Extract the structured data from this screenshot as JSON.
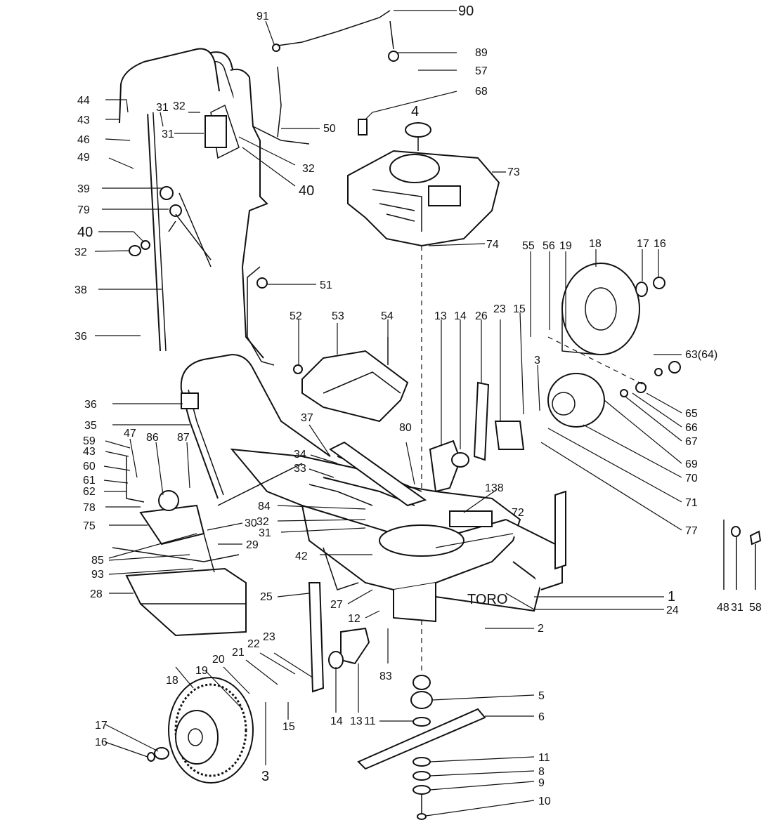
{
  "labels": [
    {
      "id": "l90",
      "text": "90"
    },
    {
      "id": "l91",
      "text": "91"
    },
    {
      "id": "l89",
      "text": "89"
    },
    {
      "id": "l57a",
      "text": "57"
    },
    {
      "id": "l68",
      "text": "68"
    },
    {
      "id": "l4",
      "text": "4"
    },
    {
      "id": "l73",
      "text": "73"
    },
    {
      "id": "l74",
      "text": "74"
    },
    {
      "id": "l44",
      "text": "44"
    },
    {
      "id": "l43a",
      "text": "43"
    },
    {
      "id": "l46",
      "text": "46"
    },
    {
      "id": "l49",
      "text": "49"
    },
    {
      "id": "l39",
      "text": "39"
    },
    {
      "id": "l79",
      "text": "79"
    },
    {
      "id": "l40a",
      "text": "40"
    },
    {
      "id": "l32a",
      "text": "32"
    },
    {
      "id": "l38",
      "text": "38"
    },
    {
      "id": "l36a",
      "text": "36"
    },
    {
      "id": "l31a",
      "text": "31"
    },
    {
      "id": "l32b",
      "text": "32"
    },
    {
      "id": "l31b",
      "text": "31"
    },
    {
      "id": "l50",
      "text": "50"
    },
    {
      "id": "l32c",
      "text": "32"
    },
    {
      "id": "l40b",
      "text": "40"
    },
    {
      "id": "l51",
      "text": "51"
    },
    {
      "id": "l52",
      "text": "52"
    },
    {
      "id": "l53",
      "text": "53"
    },
    {
      "id": "l54",
      "text": "54"
    },
    {
      "id": "l13a",
      "text": "13"
    },
    {
      "id": "l14a",
      "text": "14"
    },
    {
      "id": "l26",
      "text": "26"
    },
    {
      "id": "l23a",
      "text": "23"
    },
    {
      "id": "l15a",
      "text": "15"
    },
    {
      "id": "l55",
      "text": "55"
    },
    {
      "id": "l56",
      "text": "56"
    },
    {
      "id": "l19a",
      "text": "19"
    },
    {
      "id": "l18a",
      "text": "18"
    },
    {
      "id": "l17a",
      "text": "17"
    },
    {
      "id": "l16a",
      "text": "16"
    },
    {
      "id": "l6364",
      "text": "63(64)"
    },
    {
      "id": "l3a",
      "text": "3"
    },
    {
      "id": "l65",
      "text": "65"
    },
    {
      "id": "l66",
      "text": "66"
    },
    {
      "id": "l67",
      "text": "67"
    },
    {
      "id": "l69",
      "text": "69"
    },
    {
      "id": "l70",
      "text": "70"
    },
    {
      "id": "l71",
      "text": "71"
    },
    {
      "id": "l77",
      "text": "77"
    },
    {
      "id": "l36b",
      "text": "36"
    },
    {
      "id": "l35",
      "text": "35"
    },
    {
      "id": "l47",
      "text": "47"
    },
    {
      "id": "l59",
      "text": "59"
    },
    {
      "id": "l43b",
      "text": "43"
    },
    {
      "id": "l60",
      "text": "60"
    },
    {
      "id": "l61",
      "text": "61"
    },
    {
      "id": "l62",
      "text": "62"
    },
    {
      "id": "l78",
      "text": "78"
    },
    {
      "id": "l75",
      "text": "75"
    },
    {
      "id": "l86",
      "text": "86"
    },
    {
      "id": "l87",
      "text": "87"
    },
    {
      "id": "l37",
      "text": "37"
    },
    {
      "id": "l34",
      "text": "34"
    },
    {
      "id": "l33",
      "text": "33"
    },
    {
      "id": "l80",
      "text": "80"
    },
    {
      "id": "l84",
      "text": "84"
    },
    {
      "id": "l32d",
      "text": "32"
    },
    {
      "id": "l31c",
      "text": "31"
    },
    {
      "id": "l138",
      "text": "138"
    },
    {
      "id": "l72",
      "text": "72"
    },
    {
      "id": "l42",
      "text": "42"
    },
    {
      "id": "l85",
      "text": "85"
    },
    {
      "id": "l93",
      "text": "93"
    },
    {
      "id": "l30",
      "text": "30"
    },
    {
      "id": "l29",
      "text": "29"
    },
    {
      "id": "l28",
      "text": "28"
    },
    {
      "id": "l25",
      "text": "25"
    },
    {
      "id": "l27",
      "text": "27"
    },
    {
      "id": "l12",
      "text": "12"
    },
    {
      "id": "l1",
      "text": "1"
    },
    {
      "id": "l24",
      "text": "24"
    },
    {
      "id": "l2",
      "text": "2"
    },
    {
      "id": "l48",
      "text": "48"
    },
    {
      "id": "l31d",
      "text": "31"
    },
    {
      "id": "l58",
      "text": "58"
    },
    {
      "id": "l83",
      "text": "83"
    },
    {
      "id": "l22",
      "text": "22"
    },
    {
      "id": "l23b",
      "text": "23"
    },
    {
      "id": "l21",
      "text": "21"
    },
    {
      "id": "l20",
      "text": "20"
    },
    {
      "id": "l19b",
      "text": "19"
    },
    {
      "id": "l18b",
      "text": "18"
    },
    {
      "id": "l17b",
      "text": "17"
    },
    {
      "id": "l16b",
      "text": "16"
    },
    {
      "id": "l3b",
      "text": "3"
    },
    {
      "id": "l15b",
      "text": "15"
    },
    {
      "id": "l14b",
      "text": "14"
    },
    {
      "id": "l13b",
      "text": "13"
    },
    {
      "id": "l11a",
      "text": "11"
    },
    {
      "id": "l5",
      "text": "5"
    },
    {
      "id": "l6",
      "text": "6"
    },
    {
      "id": "l11b",
      "text": "11"
    },
    {
      "id": "l8",
      "text": "8"
    },
    {
      "id": "l9",
      "text": "9"
    },
    {
      "id": "l10",
      "text": "10"
    }
  ],
  "deck_brand": "TORO"
}
